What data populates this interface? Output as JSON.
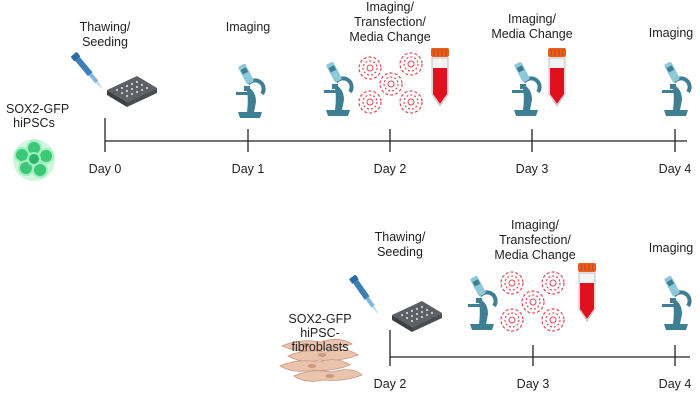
{
  "timeline_1": {
    "cell_line": [
      "SOX2-GFP",
      "hiPSCs"
    ],
    "days": [
      "Day 0",
      "Day 1",
      "Day 2",
      "Day 3",
      "Day 4"
    ],
    "steps": [
      [
        "Thawing/",
        "Seeding"
      ],
      [
        "Imaging"
      ],
      [
        "Imaging/",
        "Transfection/",
        "Media Change"
      ],
      [
        "Imaging/",
        "Media Change"
      ],
      [
        "Imaging"
      ]
    ]
  },
  "timeline_2": {
    "cell_line": [
      "SOX2-GFP",
      "hiPSC-",
      "fibroblasts"
    ],
    "days": [
      "Day 2",
      "Day 3",
      "Day 4"
    ],
    "steps": [
      [
        "Thawing/",
        "Seeding"
      ],
      [
        "Imaging/",
        "Transfection/",
        "Media Change"
      ],
      [
        "Imaging"
      ]
    ]
  },
  "icons": [
    "pipette-icon",
    "well-plate-icon",
    "microscope-icon",
    "transfection-particle-icon",
    "conical-tube-icon",
    "stem-cell-colony-icon",
    "fibroblast-cells-icon"
  ],
  "colors": {
    "microscope": "#3f7f93",
    "tube_liquid": "#e0101f",
    "tube_cap": "#e85e1f",
    "particles": "#e04a55",
    "gfp_cells": "#3cc878",
    "fibroblasts": "#e2b49c",
    "timeline": "#222222"
  }
}
